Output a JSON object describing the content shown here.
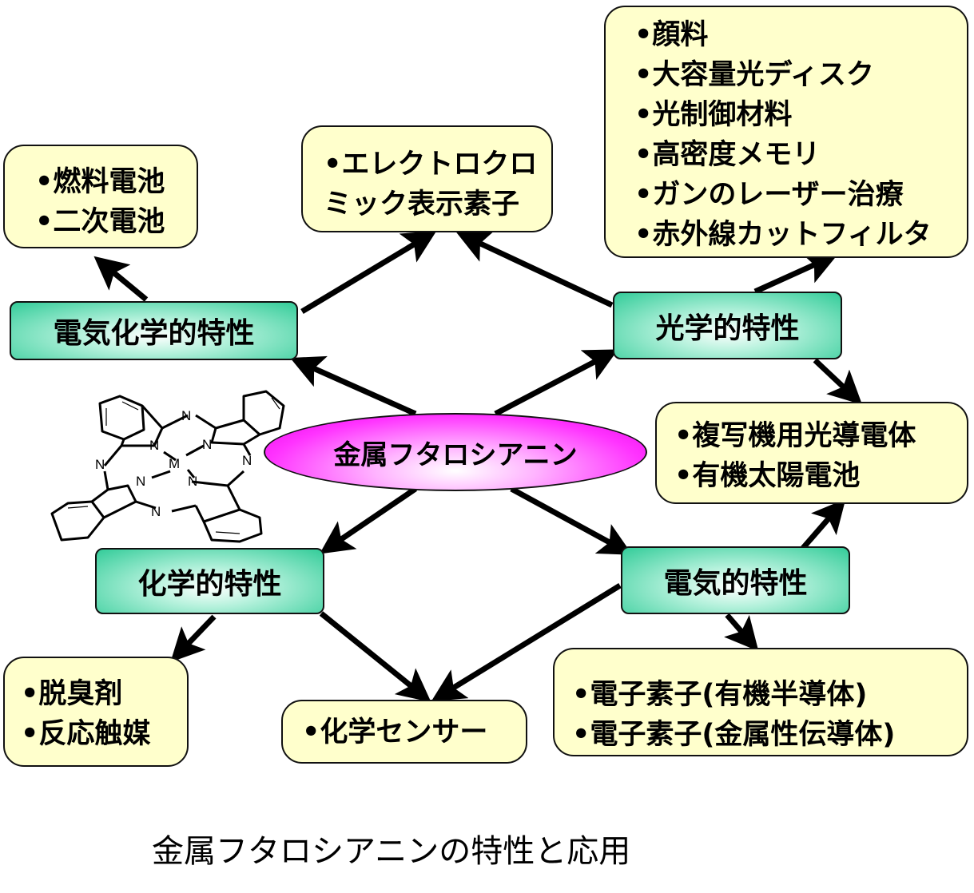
{
  "center": {
    "label": "金属フタロシアニン"
  },
  "properties": {
    "electrochemical": "電気化学的特性",
    "optical": "光学的特性",
    "chemical": "化学的特性",
    "electrical": "電気的特性"
  },
  "applications": {
    "batteries": [
      "•燃料電池",
      "•二次電池"
    ],
    "electrochromic": [
      "•エレクトロクロ",
      "ミック表示素子"
    ],
    "optical": [
      "•顔料",
      "•大容量光ディスク",
      "•光制御材料",
      "•高密度メモリ",
      "•ガンのレーザー治療",
      "•赤外線カットフィルタ"
    ],
    "photoconductor": [
      "•複写機用光導電体",
      "•有機太陽電池"
    ],
    "chemical": [
      "•脱臭剤",
      "•反応触媒"
    ],
    "sensor": [
      "•化学センサー"
    ],
    "electronic": [
      "•電子素子(有機半導体)",
      "•電子素子(金属性伝導体)"
    ]
  },
  "molecule": {
    "center_atom": "M",
    "nitrogen_label": "N",
    "name": "phthalocyanine-structure"
  },
  "caption": "金属フタロシアニンの特性と応用",
  "colors": {
    "app_box": "#ffffcc",
    "property_box": "#33cc99",
    "center_ellipse": "#ff33ff"
  }
}
